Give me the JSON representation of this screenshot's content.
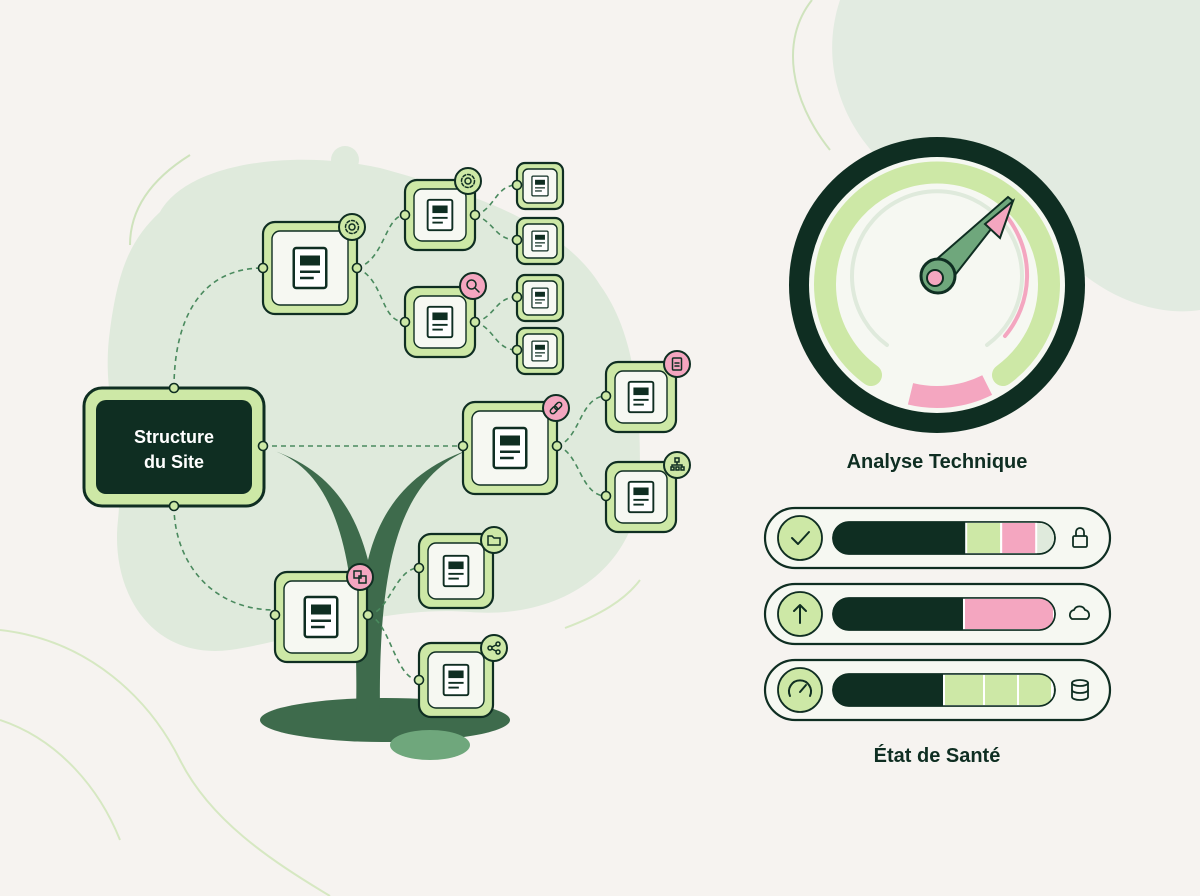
{
  "diagram": {
    "root_label_line1": "Structure",
    "root_label_line2": "du Site",
    "badge_icons": [
      "gear-icon",
      "gear-icon",
      "search-icon",
      "document-icon",
      "link-icon",
      "sitemap-icon",
      "folder-icon",
      "translate-icon",
      "share-icon"
    ]
  },
  "panel": {
    "gauge_title": "Analyse Technique",
    "health_title": "État de Santé",
    "gauge_level_pct": 72,
    "bars": [
      {
        "status_icon": "check-icon",
        "end_icon": "lock-icon",
        "fill_pct": 60
      },
      {
        "status_icon": "arrow-up-icon",
        "end_icon": "cloud-icon",
        "fill_pct": 59
      },
      {
        "status_icon": "speedometer-icon",
        "end_icon": "database-icon",
        "fill_pct": 50
      }
    ]
  },
  "colors": {
    "dark": "#0f2e22",
    "mid_green": "#6fa77c",
    "light_green": "#cde8a6",
    "pale_green": "#dfeadc",
    "pink": "#f4a6c0",
    "background": "#f6f3f0"
  }
}
